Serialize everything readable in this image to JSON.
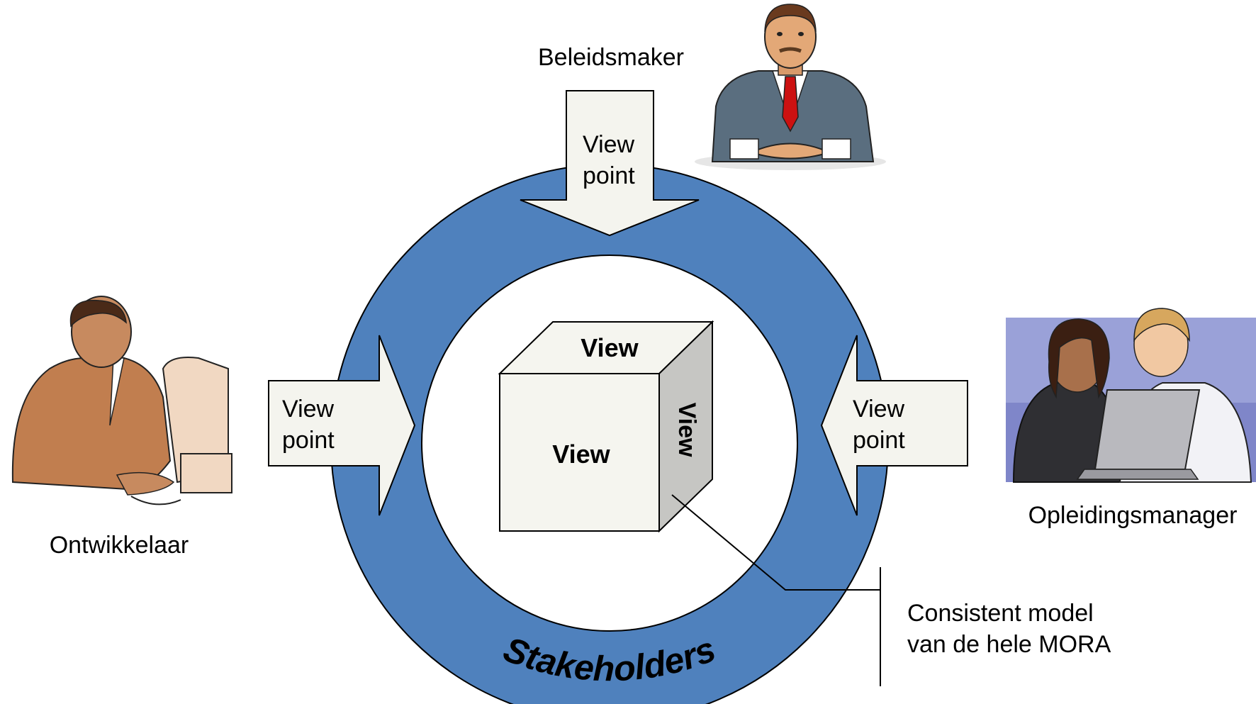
{
  "stakeholders": {
    "top": {
      "label": "Beleidsmaker",
      "icon": "businessman-icon"
    },
    "left": {
      "label": "Ontwikkelaar",
      "icon": "developer-at-computer-icon"
    },
    "right": {
      "label": "Opleidingsmanager",
      "icon": "two-people-laptop-icon"
    }
  },
  "arrows": {
    "top": {
      "line1": "View",
      "line2": "point"
    },
    "left": {
      "line1": "View",
      "line2": "point"
    },
    "right": {
      "line1": "View",
      "line2": "point"
    }
  },
  "ring": {
    "label": "Stakeholders"
  },
  "cube": {
    "top": "View",
    "front": "View",
    "side": "View"
  },
  "callout": {
    "line1": "Consistent model",
    "line2": "van de hele MORA"
  },
  "colors": {
    "ring": "#4f81bd",
    "arrow_fill": "#f4f4ee",
    "cube_front": "#f5f5ef",
    "cube_side": "#c6c6c3",
    "photo_bg": "#7f86c9"
  }
}
